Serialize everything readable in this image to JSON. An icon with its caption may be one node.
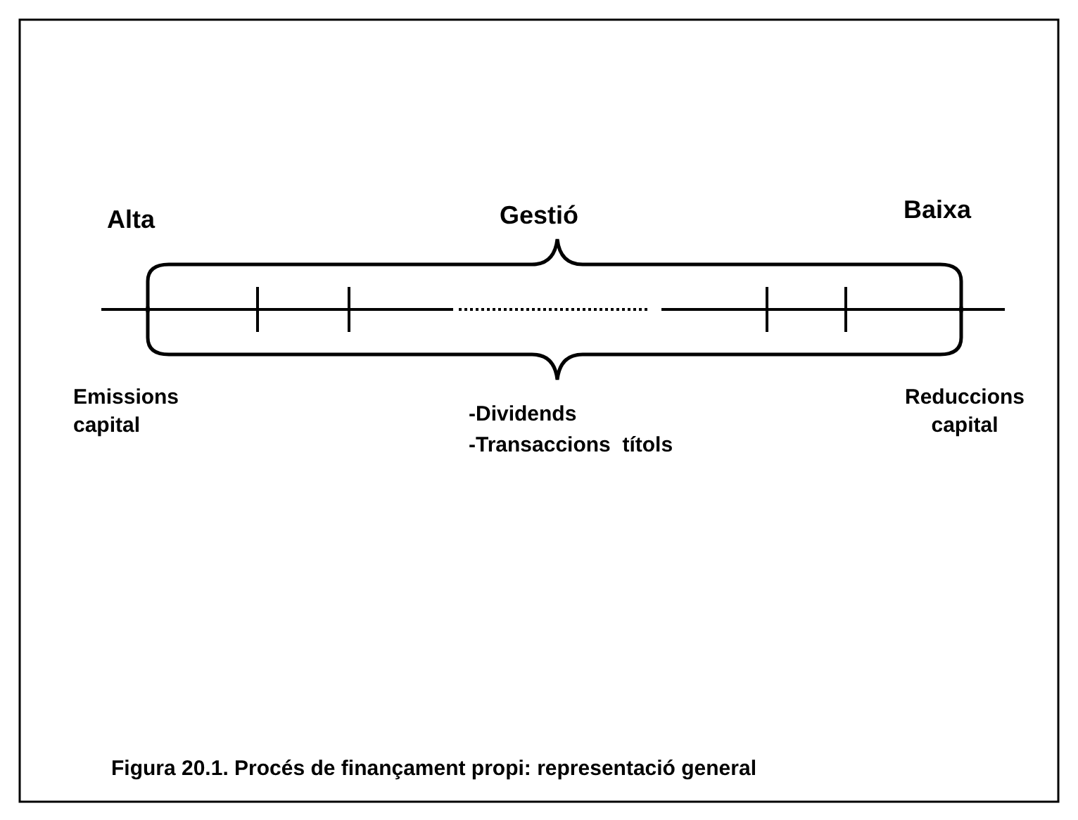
{
  "diagram": {
    "caption": "Figura 20.1. Procés de finançament propi: representació general",
    "labels": [
      "Alta",
      "Gestió",
      "Baixa",
      "Emissions capital",
      "-Dividends",
      "-Transaccions  títols",
      "Reduccions capital"
    ]
  }
}
